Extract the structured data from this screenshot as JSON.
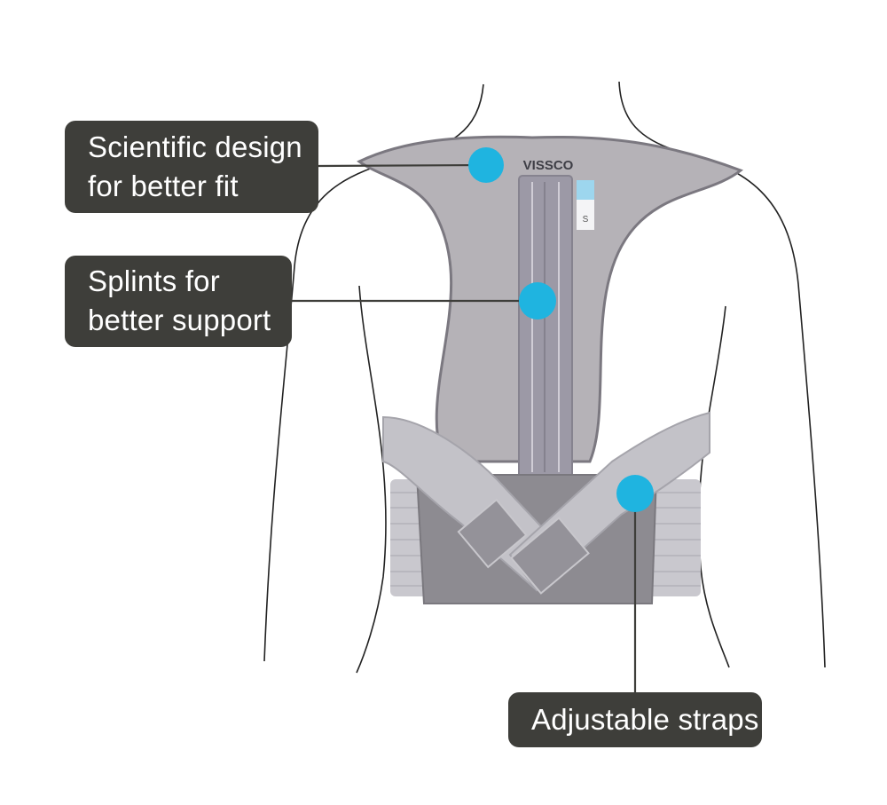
{
  "brand": "VISSCO",
  "size_tag": "S",
  "accent_color": "#1fb4e0",
  "callout_color": "#3e3e3a",
  "callouts": [
    {
      "lines": [
        "Scientific design",
        "for better fit"
      ]
    },
    {
      "lines": [
        "Splints for",
        "better support"
      ]
    },
    {
      "lines": [
        "Adjustable straps"
      ]
    }
  ]
}
